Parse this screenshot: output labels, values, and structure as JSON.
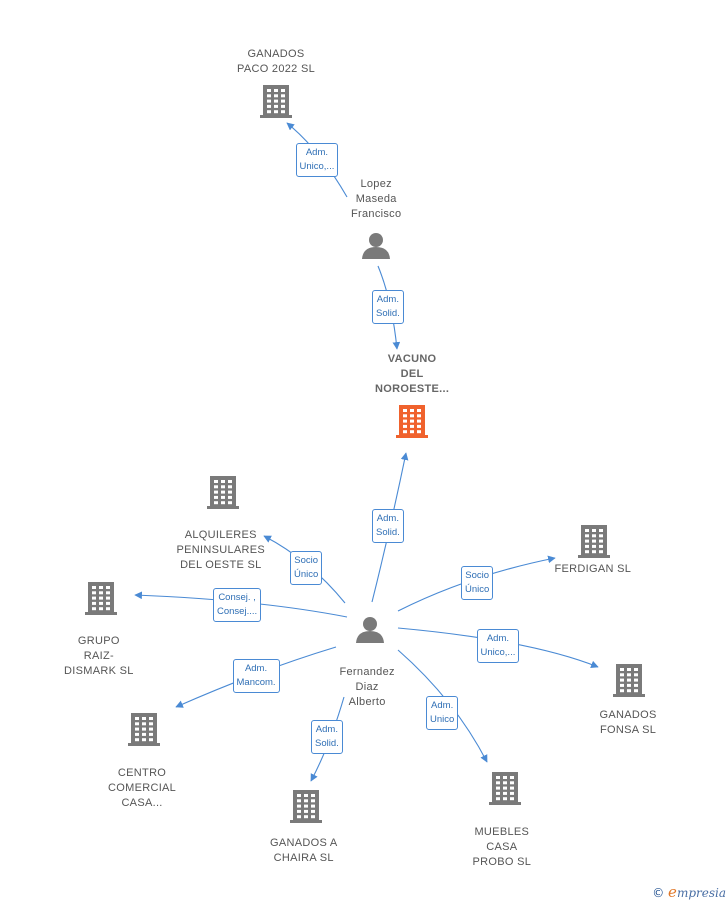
{
  "colors": {
    "edge": "#4a8ad4",
    "building": "#7a7a7a",
    "main_building": "#f0622d",
    "person": "#7a7a7a"
  },
  "nodes": [
    {
      "id": "ganados-paco",
      "kind": "company",
      "label": "GANADOS\nPACO 2022  SL"
    },
    {
      "id": "lopez",
      "kind": "person",
      "label": "Lopez\nMaseda\nFrancisco"
    },
    {
      "id": "vacuno",
      "kind": "company-main",
      "label": "VACUNO\nDEL\nNOROESTE..."
    },
    {
      "id": "fernandez",
      "kind": "person",
      "label": "Fernandez\nDiaz\nAlberto"
    },
    {
      "id": "alquileres",
      "kind": "company",
      "label": "ALQUILERES\nPENINSULARES\nDEL OESTE  SL"
    },
    {
      "id": "ferdigan",
      "kind": "company",
      "label": "FERDIGAN SL"
    },
    {
      "id": "grupo",
      "kind": "company",
      "label": "GRUPO\nRAIZ-\nDISMARK  SL"
    },
    {
      "id": "ganados-fonsa",
      "kind": "company",
      "label": "GANADOS\nFONSA  SL"
    },
    {
      "id": "centro",
      "kind": "company",
      "label": "CENTRO\nCOMERCIAL\nCASA..."
    },
    {
      "id": "muebles",
      "kind": "company",
      "label": "MUEBLES\nCASA\nPROBO SL"
    },
    {
      "id": "chaira",
      "kind": "company",
      "label": "GANADOS A\nCHAIRA  SL"
    }
  ],
  "edges": [
    {
      "id": "e1",
      "from": "lopez",
      "to": "ganados-paco",
      "label": "Adm.\nUnico,..."
    },
    {
      "id": "e2",
      "from": "lopez",
      "to": "vacuno",
      "label": "Adm.\nSolid."
    },
    {
      "id": "e3",
      "from": "fernandez",
      "to": "vacuno",
      "label": "Adm.\nSolid."
    },
    {
      "id": "e4",
      "from": "fernandez",
      "to": "alquileres",
      "label": "Socio\nÚnico"
    },
    {
      "id": "e5",
      "from": "fernandez",
      "to": "ferdigan",
      "label": "Socio\nÚnico"
    },
    {
      "id": "e6",
      "from": "fernandez",
      "to": "grupo",
      "label": "Consej. ,\nConsej...."
    },
    {
      "id": "e7",
      "from": "fernandez",
      "to": "ganados-fonsa",
      "label": "Adm.\nUnico,..."
    },
    {
      "id": "e8",
      "from": "fernandez",
      "to": "centro",
      "label": "Adm.\nMancom."
    },
    {
      "id": "e9",
      "from": "fernandez",
      "to": "muebles",
      "label": "Adm.\nUnico"
    },
    {
      "id": "e10",
      "from": "fernandez",
      "to": "chaira",
      "label": "Adm.\nSolid."
    }
  ],
  "brand": {
    "symbol": "©",
    "initial": "e",
    "rest": "mpresia"
  }
}
